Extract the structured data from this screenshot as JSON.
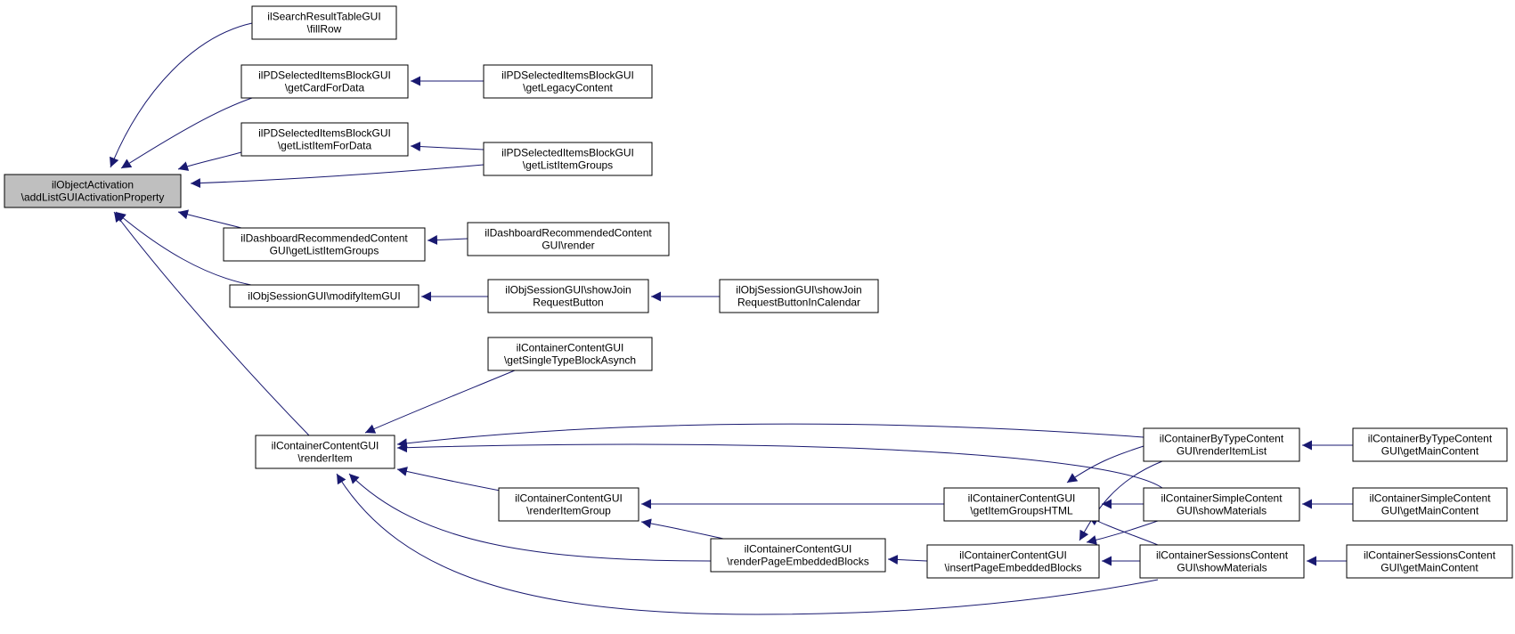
{
  "nodes": [
    {
      "id": "n0",
      "lines": [
        "ilObjectActivation",
        "\\addListGUIActivationProperty"
      ],
      "root": true
    },
    {
      "id": "n1",
      "lines": [
        "ilSearchResultTableGUI",
        "\\fillRow"
      ]
    },
    {
      "id": "n2",
      "lines": [
        "ilPDSelectedItemsBlockGUI",
        "\\getCardForData"
      ]
    },
    {
      "id": "n3",
      "lines": [
        "ilPDSelectedItemsBlockGUI",
        "\\getLegacyContent"
      ]
    },
    {
      "id": "n4",
      "lines": [
        "ilPDSelectedItemsBlockGUI",
        "\\getListItemForData"
      ]
    },
    {
      "id": "n5",
      "lines": [
        "ilPDSelectedItemsBlockGUI",
        "\\getListItemGroups"
      ]
    },
    {
      "id": "n6",
      "lines": [
        "ilDashboardRecommendedContent",
        "GUI\\getListItemGroups"
      ]
    },
    {
      "id": "n7",
      "lines": [
        "ilDashboardRecommendedContent",
        "GUI\\render"
      ]
    },
    {
      "id": "n8",
      "lines": [
        "ilObjSessionGUI\\modifyItemGUI"
      ]
    },
    {
      "id": "n9",
      "lines": [
        "ilObjSessionGUI\\showJoin",
        "RequestButton"
      ]
    },
    {
      "id": "n10",
      "lines": [
        "ilObjSessionGUI\\showJoin",
        "RequestButtonInCalendar"
      ]
    },
    {
      "id": "n11",
      "lines": [
        "ilContainerContentGUI",
        "\\getSingleTypeBlockAsynch"
      ]
    },
    {
      "id": "n12",
      "lines": [
        "ilContainerContentGUI",
        "\\renderItem"
      ]
    },
    {
      "id": "n13",
      "lines": [
        "ilContainerByTypeContent",
        "GUI\\renderItemList"
      ]
    },
    {
      "id": "n14",
      "lines": [
        "ilContainerByTypeContent",
        "GUI\\getMainContent"
      ]
    },
    {
      "id": "n15",
      "lines": [
        "ilContainerContentGUI",
        "\\getItemGroupsHTML"
      ]
    },
    {
      "id": "n16",
      "lines": [
        "ilContainerSimpleContent",
        "GUI\\showMaterials"
      ]
    },
    {
      "id": "n17",
      "lines": [
        "ilContainerSimpleContent",
        "GUI\\getMainContent"
      ]
    },
    {
      "id": "n18",
      "lines": [
        "ilContainerContentGUI",
        "\\renderItemGroup"
      ]
    },
    {
      "id": "n19",
      "lines": [
        "ilContainerContentGUI",
        "\\renderPageEmbeddedBlocks"
      ]
    },
    {
      "id": "n20",
      "lines": [
        "ilContainerContentGUI",
        "\\insertPageEmbeddedBlocks"
      ]
    },
    {
      "id": "n21",
      "lines": [
        "ilContainerSessionsContent",
        "GUI\\showMaterials"
      ]
    },
    {
      "id": "n22",
      "lines": [
        "ilContainerSessionsContent",
        "GUI\\getMainContent"
      ]
    }
  ],
  "edges": [
    {
      "from": "n1",
      "to": "n0"
    },
    {
      "from": "n2",
      "to": "n0"
    },
    {
      "from": "n4",
      "to": "n0"
    },
    {
      "from": "n5",
      "to": "n0"
    },
    {
      "from": "n6",
      "to": "n0"
    },
    {
      "from": "n8",
      "to": "n0"
    },
    {
      "from": "n12",
      "to": "n0"
    },
    {
      "from": "n3",
      "to": "n2"
    },
    {
      "from": "n5",
      "to": "n4"
    },
    {
      "from": "n7",
      "to": "n6"
    },
    {
      "from": "n9",
      "to": "n8"
    },
    {
      "from": "n10",
      "to": "n9"
    },
    {
      "from": "n11",
      "to": "n12"
    },
    {
      "from": "n13",
      "to": "n12"
    },
    {
      "from": "n16",
      "to": "n12"
    },
    {
      "from": "n18",
      "to": "n12"
    },
    {
      "from": "n19",
      "to": "n12"
    },
    {
      "from": "n21",
      "to": "n12"
    },
    {
      "from": "n14",
      "to": "n13"
    },
    {
      "from": "n13",
      "to": "n15"
    },
    {
      "from": "n16",
      "to": "n15"
    },
    {
      "from": "n21",
      "to": "n15"
    },
    {
      "from": "n17",
      "to": "n16"
    },
    {
      "from": "n15",
      "to": "n18"
    },
    {
      "from": "n19",
      "to": "n18"
    },
    {
      "from": "n20",
      "to": "n19"
    },
    {
      "from": "n13",
      "to": "n20"
    },
    {
      "from": "n16",
      "to": "n20"
    },
    {
      "from": "n21",
      "to": "n20"
    },
    {
      "from": "n22",
      "to": "n21"
    }
  ]
}
